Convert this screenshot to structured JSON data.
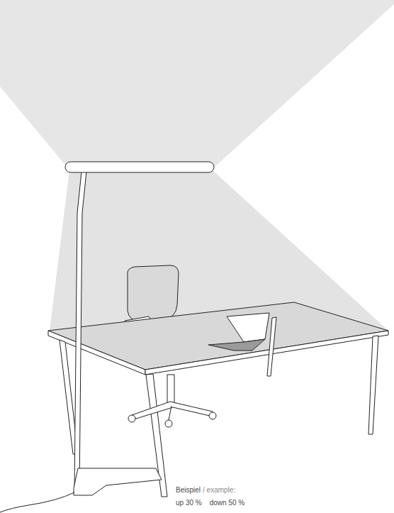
{
  "diagram": {
    "labels": [
      "Beispiel",
      "/ example:",
      "up 30 %",
      "down 50 %"
    ]
  }
}
